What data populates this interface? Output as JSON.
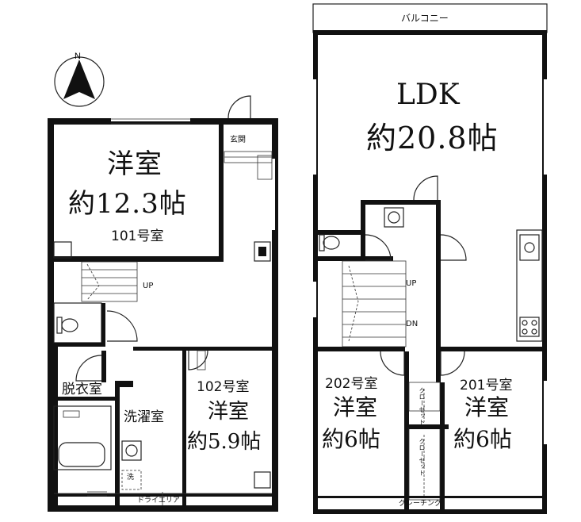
{
  "floor1": {
    "room_101": {
      "type": "洋室",
      "size": "約12.3帖",
      "number": "101号室"
    },
    "genkan": "玄関",
    "stairs_up": "UP",
    "datsuijo": "脱衣室",
    "sentakushitsu": "洗濯室",
    "sentaku_mark": "洗",
    "room_102": {
      "number": "102号室",
      "type": "洋室",
      "size": "約5.9帖"
    },
    "dry_area": "ドライエリア"
  },
  "floor2": {
    "balcony": "バルコニー",
    "ldk": {
      "type": "LDK",
      "size": "約20.8帖"
    },
    "stairs_up": "UP",
    "stairs_down": "DN",
    "room_202": {
      "number": "202号室",
      "type": "洋室",
      "size": "約6帖"
    },
    "room_201": {
      "number": "201号室",
      "type": "洋室",
      "size": "約6帖"
    },
    "closet_a": "クローゼット",
    "closet_b": "クローゼット",
    "grating": "グレーチング"
  },
  "compass": {
    "label": "N"
  }
}
